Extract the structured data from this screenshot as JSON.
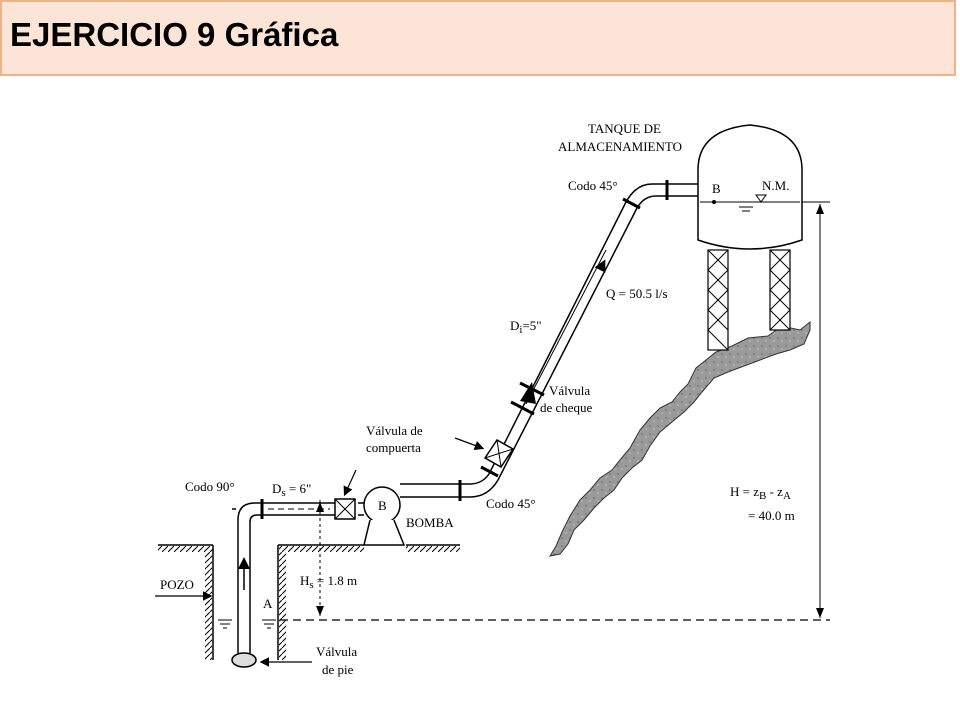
{
  "title": "EJERCICIO 9 Gráfica",
  "labels": {
    "tank_1": "TANQUE DE",
    "tank_2": "ALMACENAMIENTO",
    "point_b_tank": "B",
    "nm": "N.M.",
    "codo45_top": "Codo 45°",
    "q": "Q = 50.5 l/s",
    "di_main": "D",
    "di_sub": "i",
    "di_val": "=5\"",
    "valv_cheque_1": "Válvula",
    "valv_cheque_2": "de cheque",
    "valv_comp_1": "Válvula de",
    "valv_comp_2": "compuerta",
    "codo90": "Codo 90°",
    "ds_main": "D",
    "ds_sub": "s",
    "ds_val": " = 6\"",
    "pump_b": "B",
    "bomba": "BOMBA",
    "codo45_bottom": "Codo 45°",
    "pozo": "POZO",
    "point_a": "A",
    "hs_main": "H",
    "hs_sub": "s",
    "hs_val": " = 1.8 m",
    "valv_pie_1": "Válvula",
    "valv_pie_2": "de pie",
    "h_eq_1": "H = z",
    "h_eq_b": "B",
    "h_eq_mid": " - z",
    "h_eq_a": "A",
    "h_eq_2": "= 40.0 m"
  }
}
